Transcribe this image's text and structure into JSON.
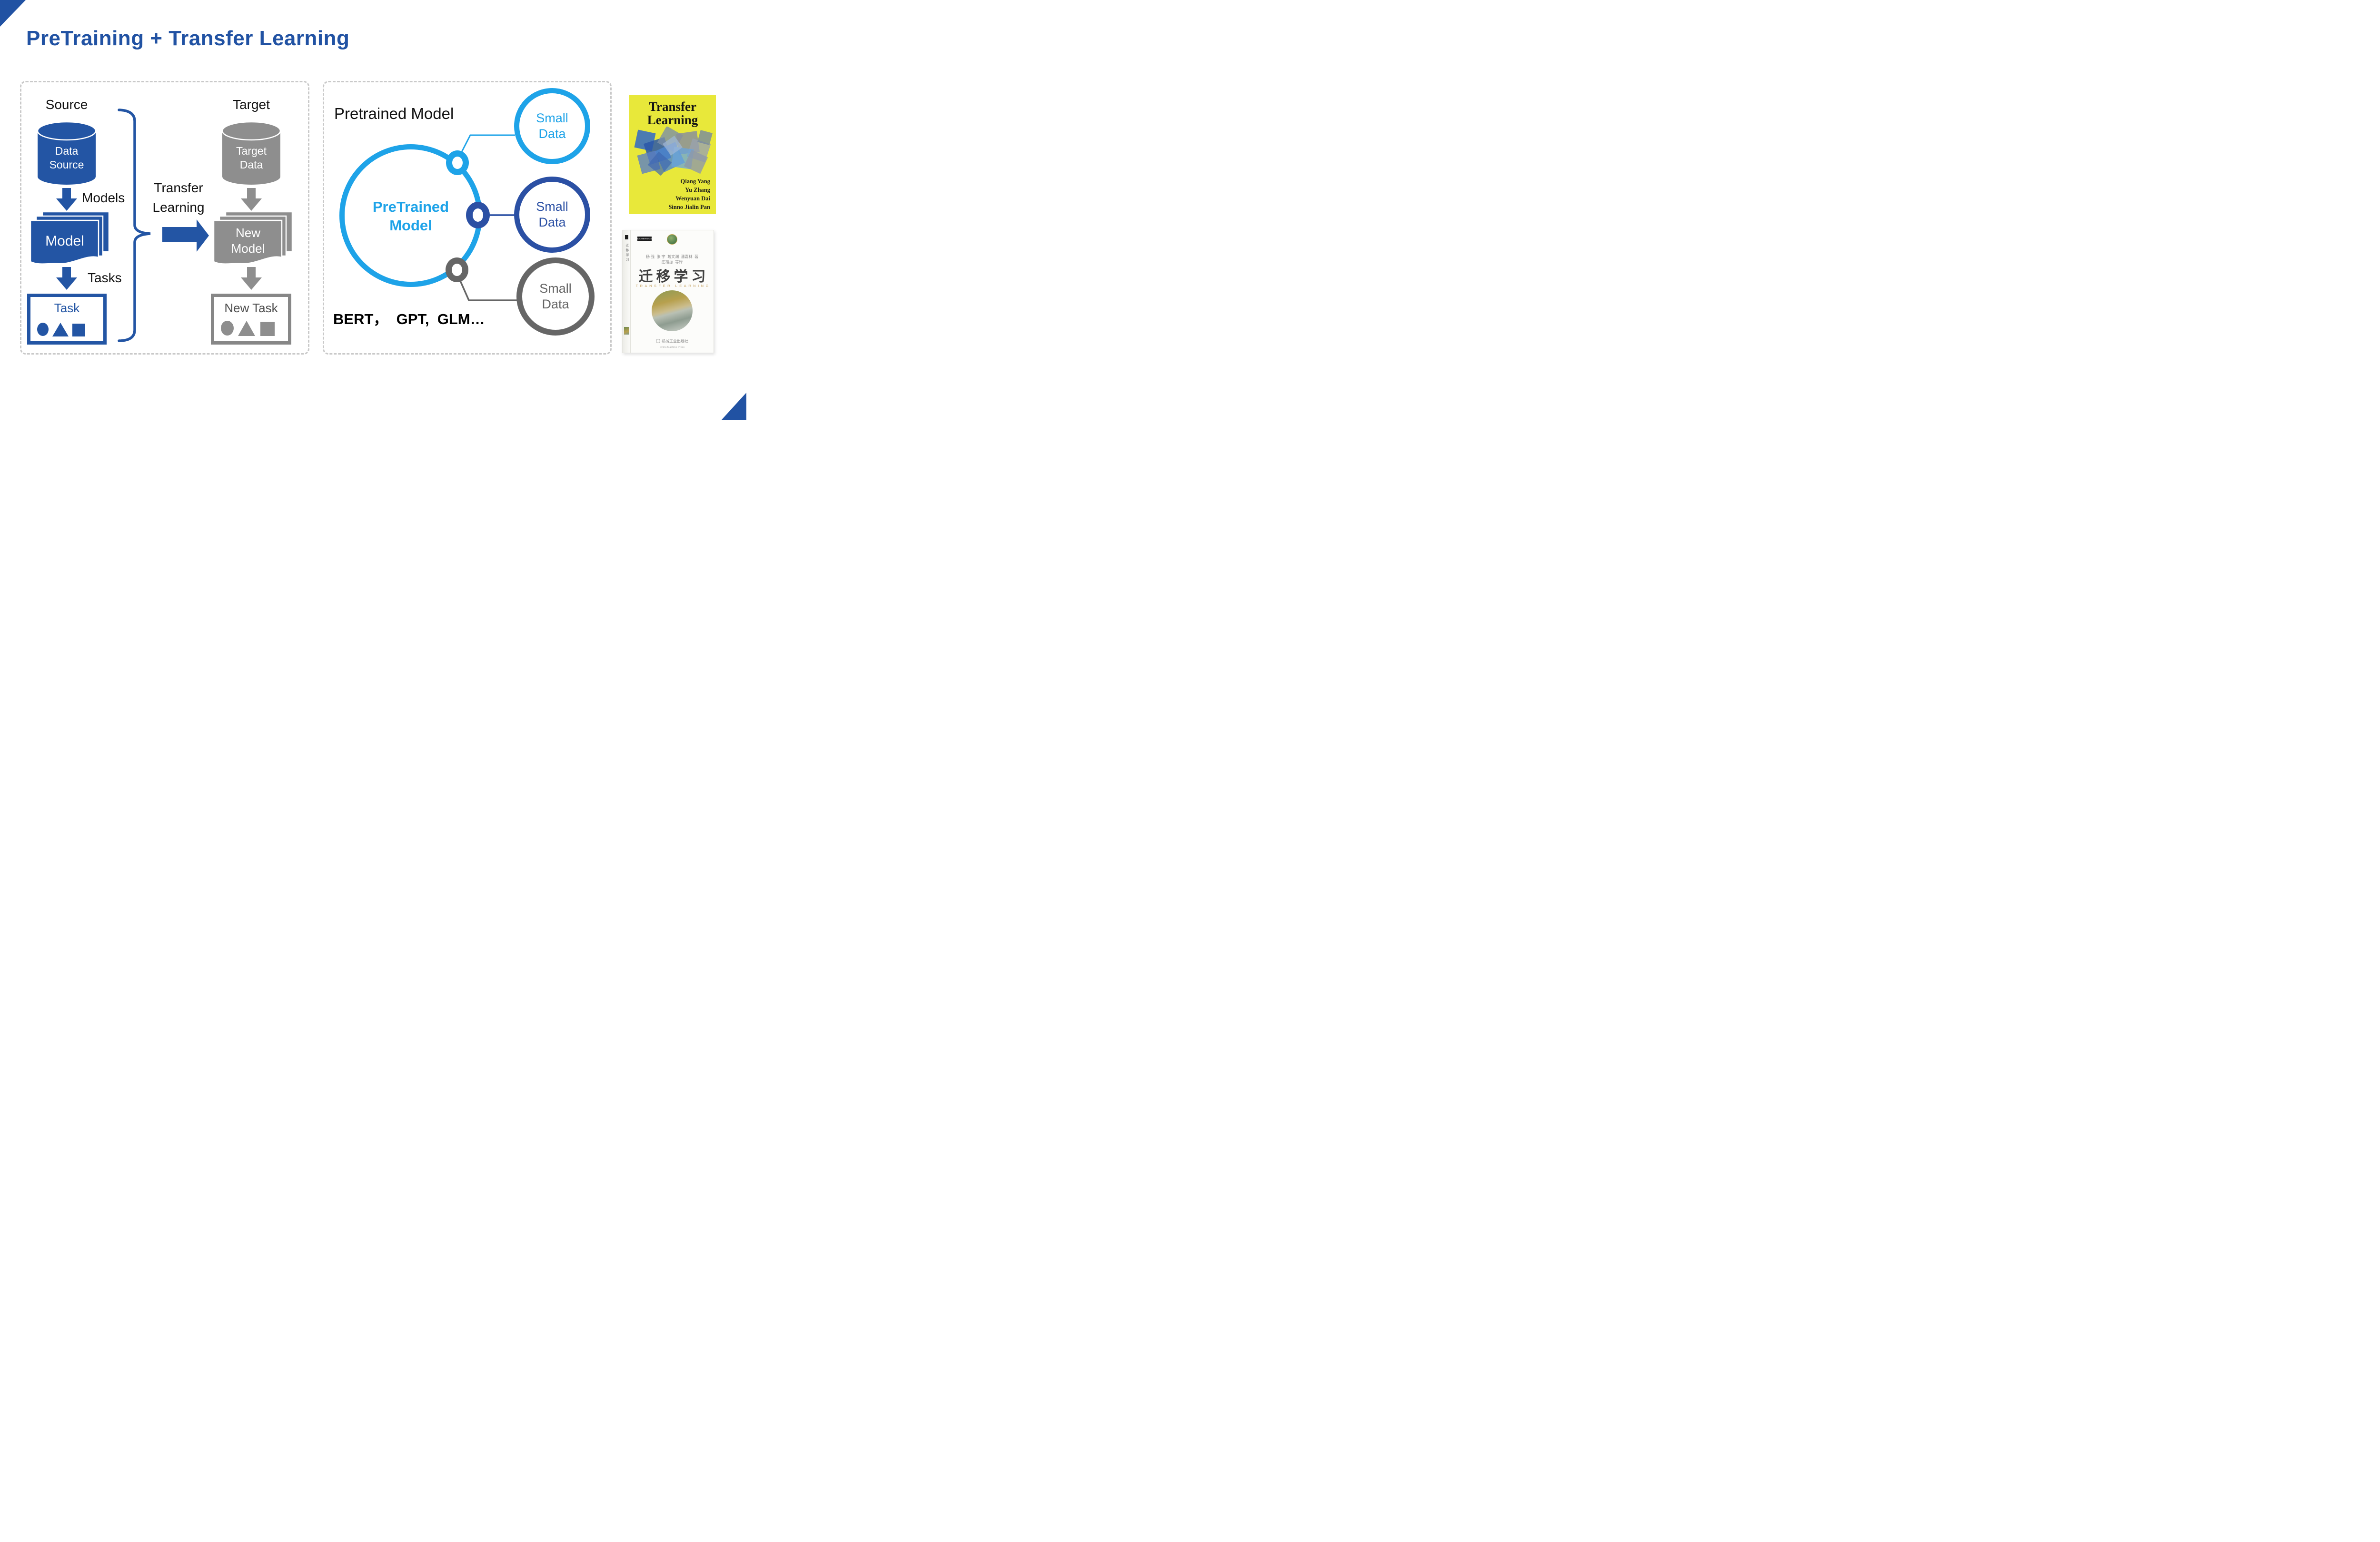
{
  "slide": {
    "title": "PreTraining + Transfer Learning"
  },
  "colors": {
    "title_blue": "#2152A3",
    "primary_blue": "#2355A4",
    "light_blue": "#1EA3E8",
    "dark_blue": "#2B50A4",
    "gray_fill": "#8E8E8E",
    "gray_stroke": "#666666",
    "book_yellow": "#E8E83A"
  },
  "left_panel": {
    "source_label": "Source",
    "source_cylinder": {
      "line1": "Data",
      "line2": "Source"
    },
    "models_label": "Models",
    "model_stack_label": "Model",
    "tasks_label": "Tasks",
    "task_box_label": "Task",
    "target_label": "Target",
    "target_cylinder": {
      "line1": "Target",
      "line2": "Data"
    },
    "new_model_stack": {
      "line1": "New",
      "line2": "Model"
    },
    "new_task_box_label": "New Task",
    "transfer_label": {
      "line1": "Transfer",
      "line2": "Learning"
    }
  },
  "middle_panel": {
    "heading": "Pretrained Model",
    "center_circle": {
      "line1": "PreTrained",
      "line2": "Model"
    },
    "small_circles": [
      {
        "line1": "Small",
        "line2": "Data",
        "color": "#1EA3E8"
      },
      {
        "line1": "Small",
        "line2": "Data",
        "color": "#2B50A4"
      },
      {
        "line1": "Small",
        "line2": "Data",
        "color": "#666666"
      }
    ],
    "models_line": "BERT，  GPT,  GLM…"
  },
  "books": {
    "yellow": {
      "title": {
        "line1": "Transfer",
        "line2": "Learning"
      },
      "authors": [
        "Qiang Yang",
        "Yu Zhang",
        "Wenyuan Dai",
        "Sinno Jialin Pan"
      ]
    },
    "white": {
      "badge": "CAMBRIDGE",
      "spine_title": "迁移学习",
      "authors_line": "杨 强  张 宇  戴文渊  潘嘉林  著",
      "translators_line": "庄福振  等译",
      "title": "迁移学习",
      "subtitle": "TRANSFER LEARNING",
      "publisher": "机械工业出版社",
      "publisher_en": "China Machine Press"
    }
  }
}
